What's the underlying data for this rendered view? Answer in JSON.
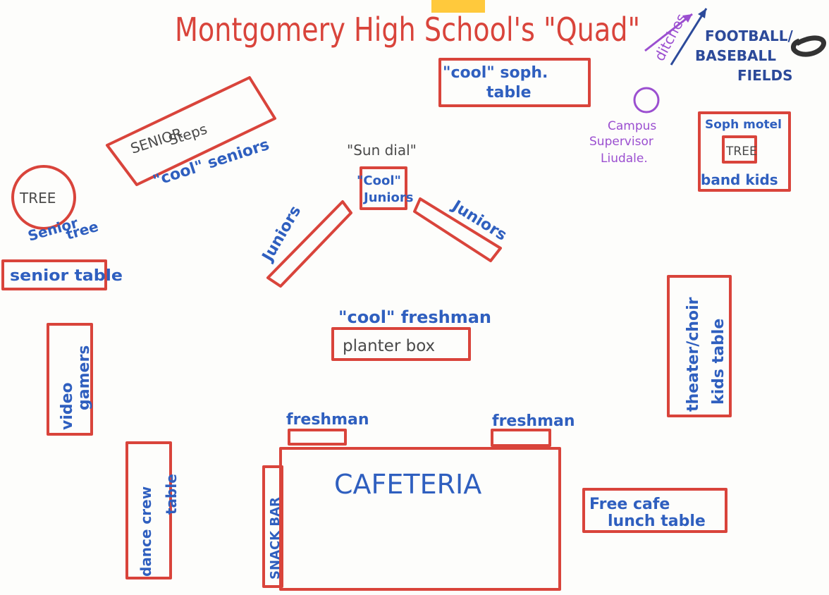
{
  "title": "Montgomery High School's \"Quad\"",
  "ditches": "ditches",
  "fields": [
    "FOOTBALL/",
    "BASEBALL",
    "FIELDS"
  ],
  "soph_table": [
    "\"cool\" soph.",
    "table"
  ],
  "senior_steps": [
    "SENIOR",
    "Steps"
  ],
  "cool_seniors": "\"cool\" seniors",
  "sun_dial": "\"Sun dial\"",
  "cool_juniors": [
    "\"Cool\"",
    "Juniors"
  ],
  "juniors_left": "Juniors",
  "juniors_right": "Juniors",
  "campus_supervisor": [
    "Campus",
    "Supervisor",
    "Liudale."
  ],
  "soph_motel": "Soph motel",
  "tree_right": "TREE",
  "band_kids": "band kids",
  "tree_left": "TREE",
  "senior_tree": [
    "Senior",
    "tree"
  ],
  "senior_table": "senior table",
  "cool_freshman": "\"cool\" freshman",
  "planter_box": "planter box",
  "video_gamers": [
    "video",
    "gamers"
  ],
  "theater_choir": [
    "theater/choir",
    "kids table"
  ],
  "freshman_left": "freshman",
  "freshman_right": "freshman",
  "cafeteria": "CAFETERIA",
  "snack_bar": "SNACK BAR",
  "dance_crew": [
    "dance crew",
    "table"
  ],
  "free_cafe": [
    "Free cafe",
    "lunch table"
  ],
  "colors": {
    "red": "#d9443b",
    "blue": "#2f5fbf",
    "purple": "#9b4fd0",
    "navy": "#2c4a9a",
    "sticky_note": "#ffc93c"
  }
}
